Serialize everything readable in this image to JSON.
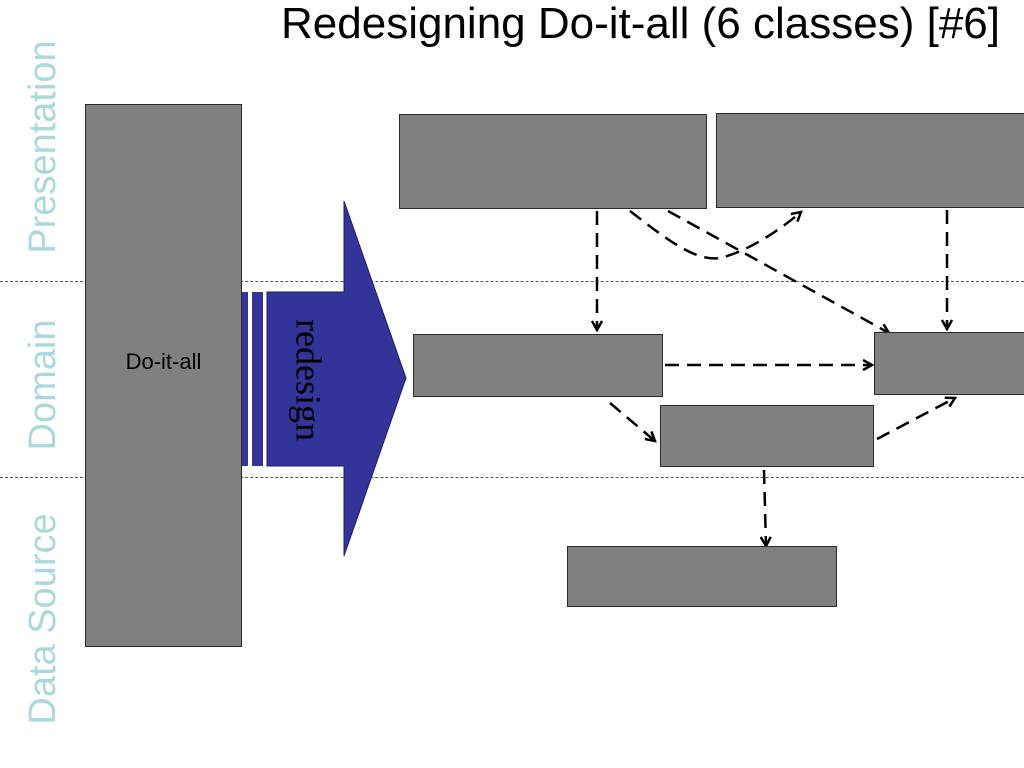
{
  "title": "Redesigning Do-it-all (6 classes) [#6]",
  "layers": {
    "presentation": "Presentation",
    "domain": "Domain",
    "data_source": "Data Source"
  },
  "original_class": {
    "label": "Do-it-all"
  },
  "arrow": {
    "label": "redesign"
  },
  "colors": {
    "box_fill": "#808080",
    "arrow_fill": "#333399",
    "layer_label": "#a9d9dc",
    "divider": "#555555"
  }
}
